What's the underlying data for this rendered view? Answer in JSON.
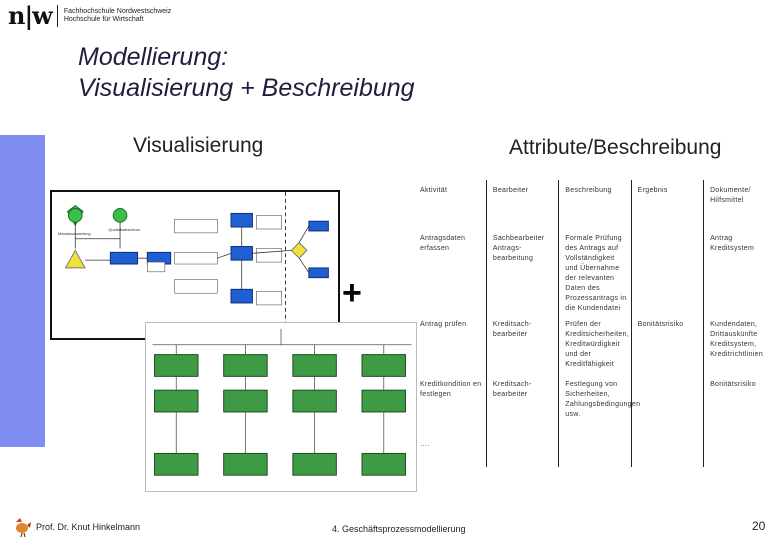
{
  "header": {
    "logo_mark": "n|w",
    "logo_line1": "Fachhochschule Nordwestschweiz",
    "logo_line2": "Hochschule für Wirtschaft"
  },
  "slide": {
    "title_line1": "Modellierung:",
    "title_line2": "Visualisierung + Beschreibung",
    "left_heading": "Visualisierung",
    "right_heading": "Attribute/Beschreibung",
    "plus": "+"
  },
  "table": {
    "columns": [
      "Aktivität",
      "Bearbeiter",
      "Beschreibung",
      "Ergebnis",
      "Dokumente/ Hilfsmittel"
    ],
    "rows": [
      [
        "Antragsdaten erfassen",
        "Sachbearbeiter Antrags-bearbeitung",
        "Formale Prüfung des Antrags auf Vollständigkeit und Übernahme der relevanten Daten des Prozessantrags in die Kundendatei",
        "",
        "Antrag Kreditsystem"
      ],
      [
        "Antrag prüfen",
        "Kreditsach-bearbeiter",
        "Prüfen der Kreditsicherheiten, Kreditwürdigkeit und der Kreditfähigkeit",
        "Bonitätsrisiko",
        "Kundendaten, Drittauskünfte Kreditsystem, Kreditrichtlinien"
      ],
      [
        "Kreditkondition en festlegen",
        "Kreditsach-bearbeiter",
        "Festlegung von Sicherheiten, Zahlungsbedingungen usw.",
        "",
        "Bonitätsrisiko"
      ],
      [
        "….",
        "",
        "",
        "",
        ""
      ]
    ]
  },
  "footer": {
    "author": "Prof. Dr. Knut Hinkelmann",
    "chapter": "4. Geschäftsprozessmodellierung",
    "page": "20"
  },
  "colors": {
    "sidebar": "#7f8ef0",
    "title": "#1e1e3c",
    "task_blue": "#1f5fd1",
    "event_green": "#3bbf4a",
    "gateway_yellow": "#f0e23a",
    "sub_process_green": "#3f9a45"
  }
}
